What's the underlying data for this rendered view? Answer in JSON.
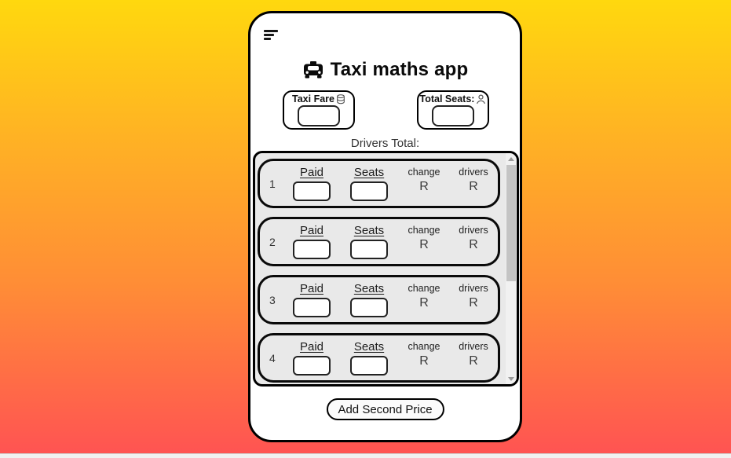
{
  "page": {
    "title": "Taxi maths app",
    "drivers_total_label": "Drivers Total:",
    "add_button_label": "Add Second Price"
  },
  "top_inputs": {
    "taxi_fare": {
      "label": "Taxi Fare",
      "icon": "coins-icon",
      "value": ""
    },
    "total_seats": {
      "label": "Total Seats:",
      "icon": "person-icon",
      "value": ""
    }
  },
  "rows": [
    {
      "number": "1",
      "paid_label": "Paid",
      "paid_value": "",
      "seats_label": "Seats",
      "seats_value": "",
      "change_label": "change",
      "change_value": "R",
      "drivers_label": "drivers",
      "drivers_value": "R"
    },
    {
      "number": "2",
      "paid_label": "Paid",
      "paid_value": "",
      "seats_label": "Seats",
      "seats_value": "",
      "change_label": "change",
      "change_value": "R",
      "drivers_label": "drivers",
      "drivers_value": "R"
    },
    {
      "number": "3",
      "paid_label": "Paid",
      "paid_value": "",
      "seats_label": "Seats",
      "seats_value": "",
      "change_label": "change",
      "change_value": "R",
      "drivers_label": "drivers",
      "drivers_value": "R"
    },
    {
      "number": "4",
      "paid_label": "Paid",
      "paid_value": "",
      "seats_label": "Seats",
      "seats_value": "",
      "change_label": "change",
      "change_value": "R",
      "drivers_label": "drivers",
      "drivers_value": "R"
    }
  ],
  "icons": {
    "menu": "sort-menu-icon",
    "title": "taxi-icon",
    "fare": "coins-icon",
    "seats": "person-icon",
    "scroll_up": "arrow-up-icon",
    "scroll_down": "arrow-down-icon"
  },
  "colors": {
    "gradient_top": "#ffd80e",
    "gradient_mid": "#ff8d36",
    "gradient_bottom": "#ff5253",
    "card_bg": "#ffffff",
    "panel_bg": "#e9e9e9",
    "border": "#000000",
    "scroll_track": "#f1f1f1",
    "scroll_thumb": "#c4c4c4"
  }
}
